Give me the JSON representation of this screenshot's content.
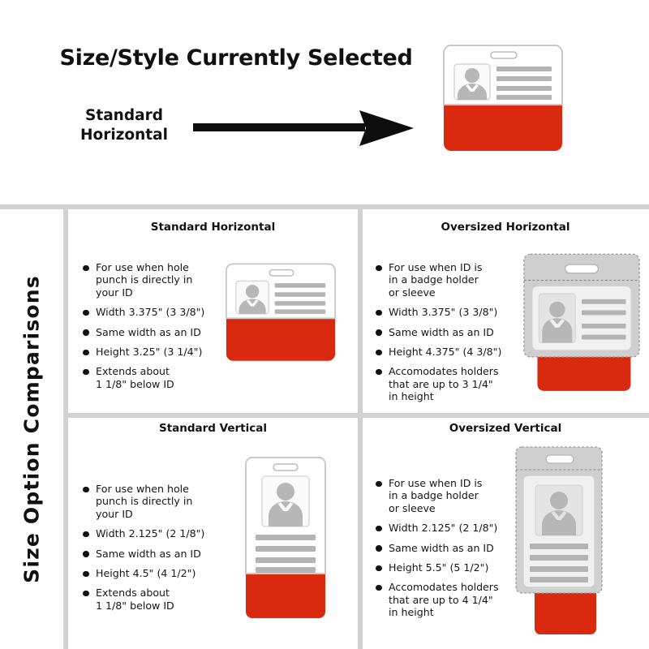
{
  "header": {
    "title": "Size/Style Currently Selected",
    "selected_style": "Standard\nHorizontal",
    "arrow": "right-arrow"
  },
  "side_label": "Size Option Comparisons",
  "colors": {
    "red": "#d9290f",
    "card_white": "#ffffff",
    "card_outline": "#c9c9c9",
    "text_line": "#b4b4b4",
    "sleeve_gray": "#cfcfcf",
    "inner_card": "#f0f0f0",
    "divider": "#d2d2d2",
    "text": "#111111"
  },
  "panels": [
    {
      "id": "standard-horizontal",
      "title": "Standard Horizontal",
      "bullets": [
        "For use when hole\npunch is directly in\nyour ID",
        "Width 3.375\" (3 3/8\")",
        "Same width as an ID",
        "Height 3.25\" (3 1/4\")",
        "Extends about\n1 1/8\" below ID"
      ],
      "graphic": "card-horizontal"
    },
    {
      "id": "oversized-horizontal",
      "title": "Oversized Horizontal",
      "bullets": [
        "For use when ID is\nin a badge holder\nor sleeve",
        "Width 3.375\" (3 3/8\")",
        "Same width as an ID",
        "Height 4.375\" (4 3/8\")",
        "Accomodates holders\nthat are up to 3 1/4\"\nin height"
      ],
      "graphic": "sleeve-horizontal"
    },
    {
      "id": "standard-vertical",
      "title": "Standard Vertical",
      "bullets": [
        "For use when hole\npunch is directly in\nyour ID",
        "Width 2.125\" (2 1/8\")",
        "Same width as an ID",
        "Height 4.5\" (4 1/2\")",
        "Extends about\n1 1/8\" below ID"
      ],
      "graphic": "card-vertical"
    },
    {
      "id": "oversized-vertical",
      "title": "Oversized Vertical",
      "bullets": [
        "For use when ID is\nin a badge holder\nor sleeve",
        "Width 2.125\" (2 1/8\")",
        "Same width as an ID",
        "Height 5.5\" (5 1/2\")",
        "Accomodates holders\nthat are up to 4 1/4\"\nin height"
      ],
      "graphic": "sleeve-vertical"
    }
  ]
}
